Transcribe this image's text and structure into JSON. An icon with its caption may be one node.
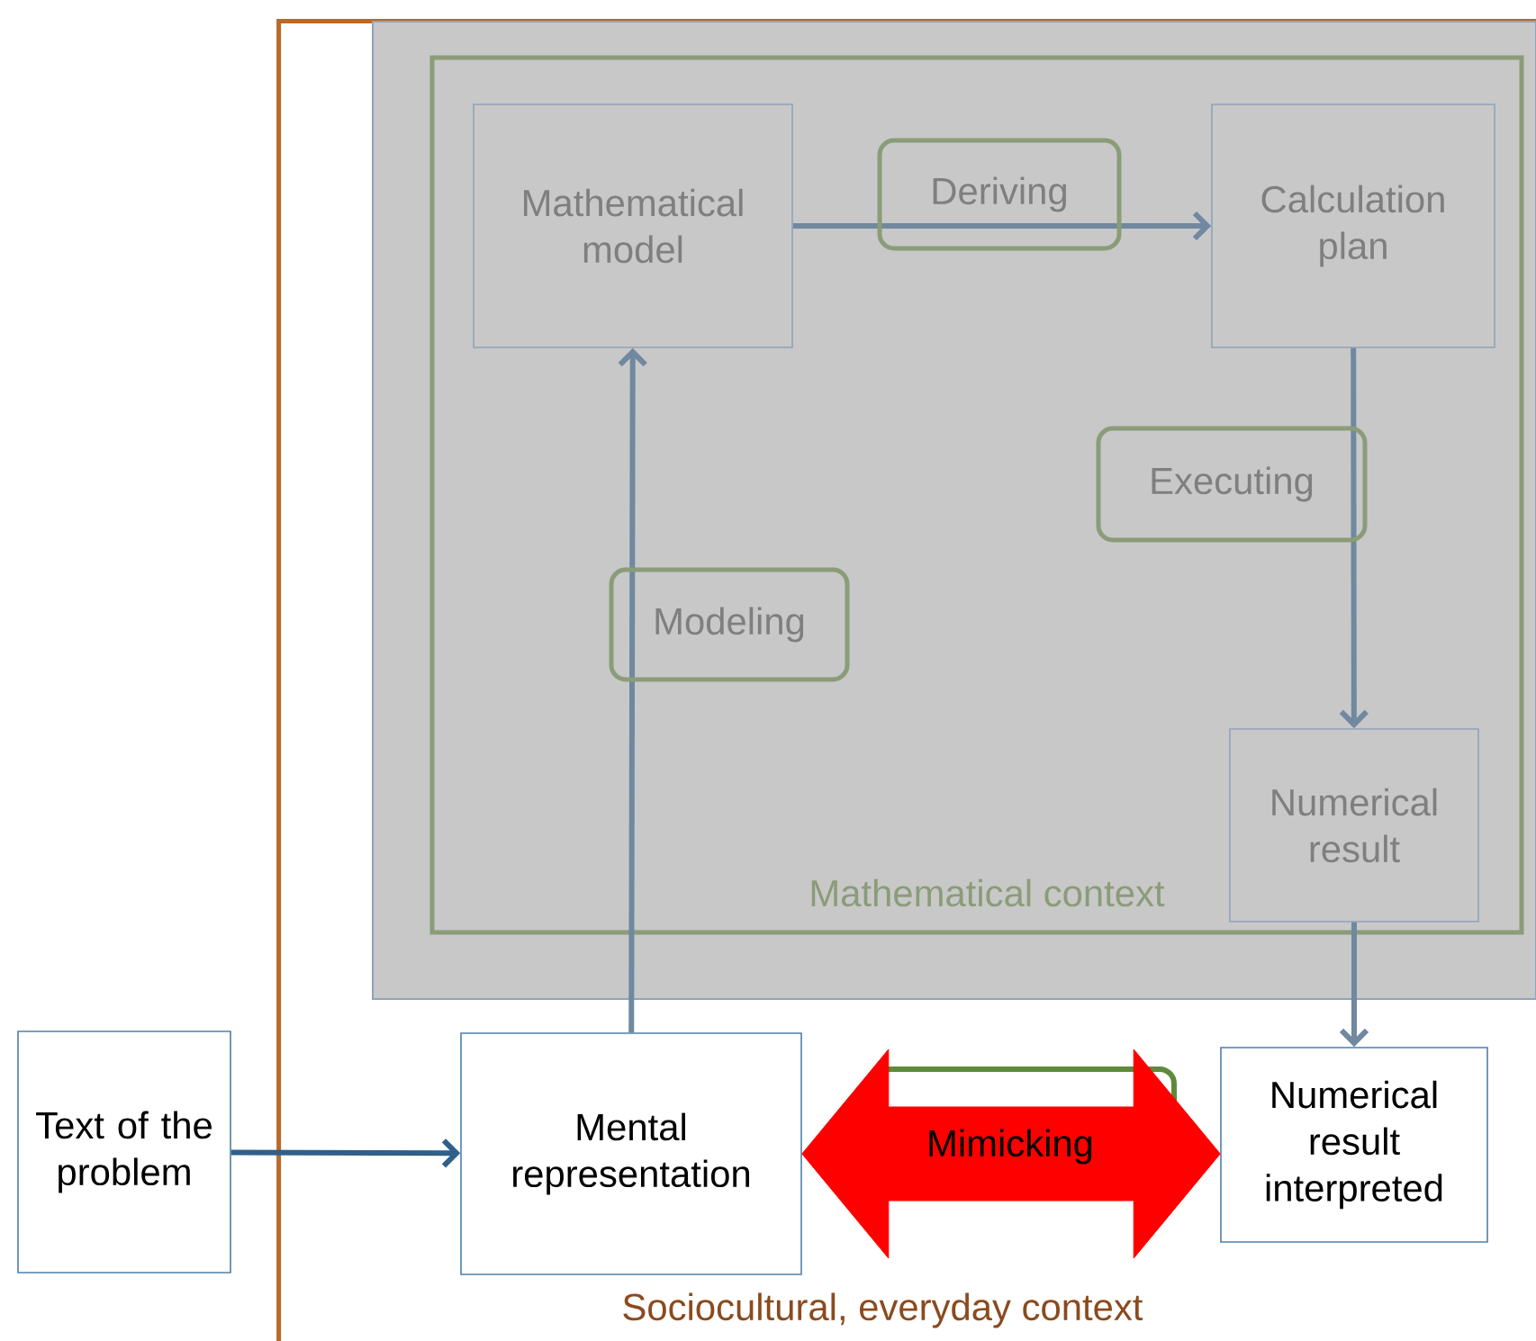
{
  "diagram": {
    "nodes": [
      {
        "text": [
          "Sociocultural, everyday context"
        ]
      },
      {
        "text": [],
        "shape": "box",
        "in": 0
      },
      {
        "text": [
          "Mathematical context"
        ],
        "in": 1
      },
      {
        "text": [
          "Mathematical model"
        ],
        "in": 2
      },
      {
        "text": [
          "Calculation plan"
        ],
        "in": 2
      },
      {
        "text": [
          "Numerical result"
        ],
        "in": 2
      },
      {
        "text": [
          "Text of the problem"
        ]
      },
      {
        "text": [
          "Mental representation"
        ],
        "in": 0
      },
      {
        "text": [
          "Numerical result interpreted"
        ],
        "in": 0
      }
    ],
    "edges": [
      {
        "from": 3,
        "to": 4,
        "arrow": "to",
        "label": "Deriving"
      },
      {
        "from": 4,
        "to": 5,
        "arrow": "to",
        "label": "Executing"
      },
      {
        "from": 7,
        "to": 3,
        "arrow": "to",
        "label": "Modeling"
      },
      {
        "from": 5,
        "to": 8,
        "arrow": "to"
      },
      {
        "from": 6,
        "to": 7,
        "arrow": "to",
        "color": "#2f5f8a"
      },
      {
        "from": 7,
        "to": 8,
        "arrow": "both",
        "label": "Mimicking",
        "style": "thick",
        "color": "#ff0000"
      }
    ]
  }
}
